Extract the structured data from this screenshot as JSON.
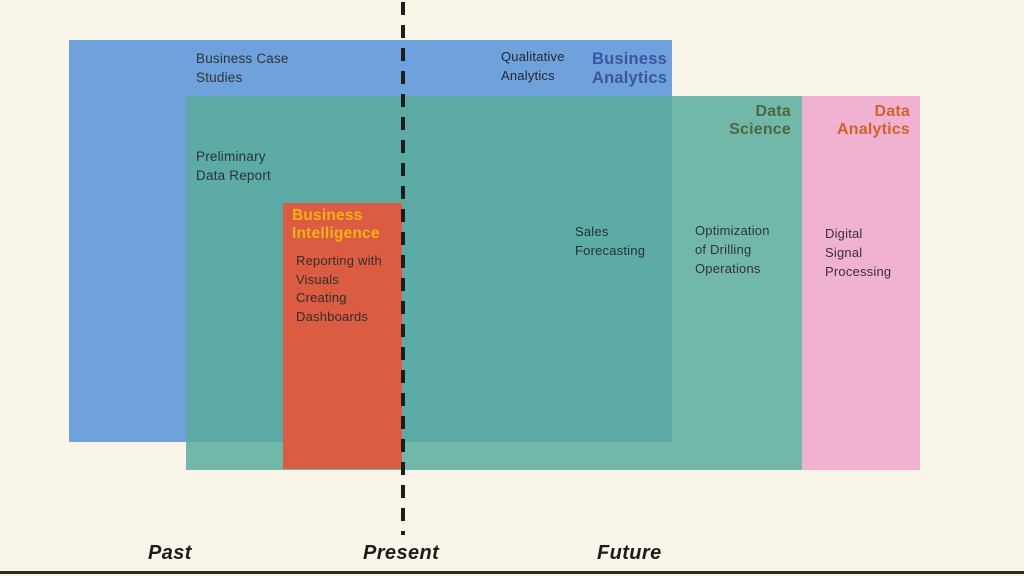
{
  "colors": {
    "bg": "#FAF5E9",
    "blue": "#6FA2DD",
    "teal": "rgba(89,173,158,0.85)",
    "pink": "#F1B2D2",
    "red": "#DB5C42",
    "navy": "#3C55A3",
    "green": "#4C6840",
    "orange": "#D2622B",
    "yellow": "#F2B114",
    "body": "#2E3336",
    "axis": "#1C1C1C",
    "divider": "#1D1D1D",
    "rule": "#2B2B2B"
  },
  "regions": {
    "business_analytics": {
      "title": "Business\nAnalytics",
      "items": {
        "business_case_studies": "Business Case\nStudies",
        "qualitative_analytics": "Qualitative\nAnalytics"
      }
    },
    "data_science": {
      "title": "Data\nScience",
      "items": {
        "preliminary_data_report": "Preliminary\nData Report",
        "sales_forecasting": "Sales\nForecasting",
        "optimization_of_drilling_operations": "Optimization\nof Drilling\nOperations"
      }
    },
    "data_analytics": {
      "title": "Data\nAnalytics",
      "items": {
        "digital_signal_processing": "Digital\nSignal\nProcessing"
      }
    },
    "business_intelligence": {
      "title": "Business\nIntelligence",
      "items": {
        "reporting_with_visuals": "Reporting with\nVisuals",
        "creating_dashboards": "Creating\nDashboards"
      }
    }
  },
  "timeline": {
    "past": "Past",
    "present": "Present",
    "future": "Future"
  }
}
